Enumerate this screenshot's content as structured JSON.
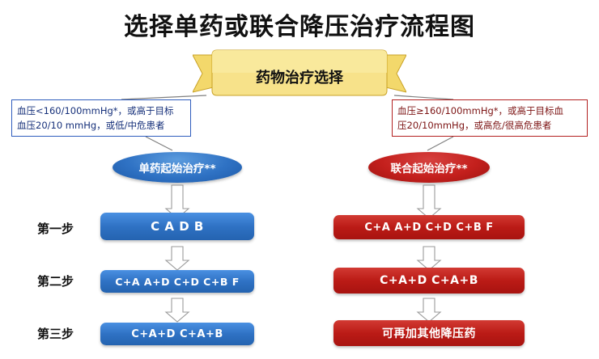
{
  "title": "选择单药或联合降压治疗流程图",
  "banner": {
    "label": "药物治疗选择",
    "fill": "#f5dd7d",
    "stroke": "#c9a227"
  },
  "criteria": {
    "left": {
      "line1": "血压<160/100mmHg*，或高于目标",
      "line2": "血压20/10 mmHg，或低/中危患者"
    },
    "right": {
      "line1": "血压≥160/100mmHg*，或高于目标血",
      "line2": "压20/10mmHg，或高危/很高危患者"
    }
  },
  "nodes": {
    "mono": "单药起始治疗**",
    "combo": "联合起始治疗**"
  },
  "steps": [
    {
      "label": "第一步",
      "mono": "C   A   D   B",
      "combo": "C+A   A+D   C+D   C+B   F"
    },
    {
      "label": "第二步",
      "mono": "C+A   A+D   C+D   C+B   F",
      "combo": "C+A+D   C+A+B"
    },
    {
      "label": "第三步",
      "mono": "C+A+D   C+A+B",
      "combo": "可再加其他降压药"
    }
  ],
  "colors": {
    "blue": "#2f72c4",
    "red": "#bb1b16",
    "banner_fill": "#f5dd7d",
    "title": "#111111"
  }
}
